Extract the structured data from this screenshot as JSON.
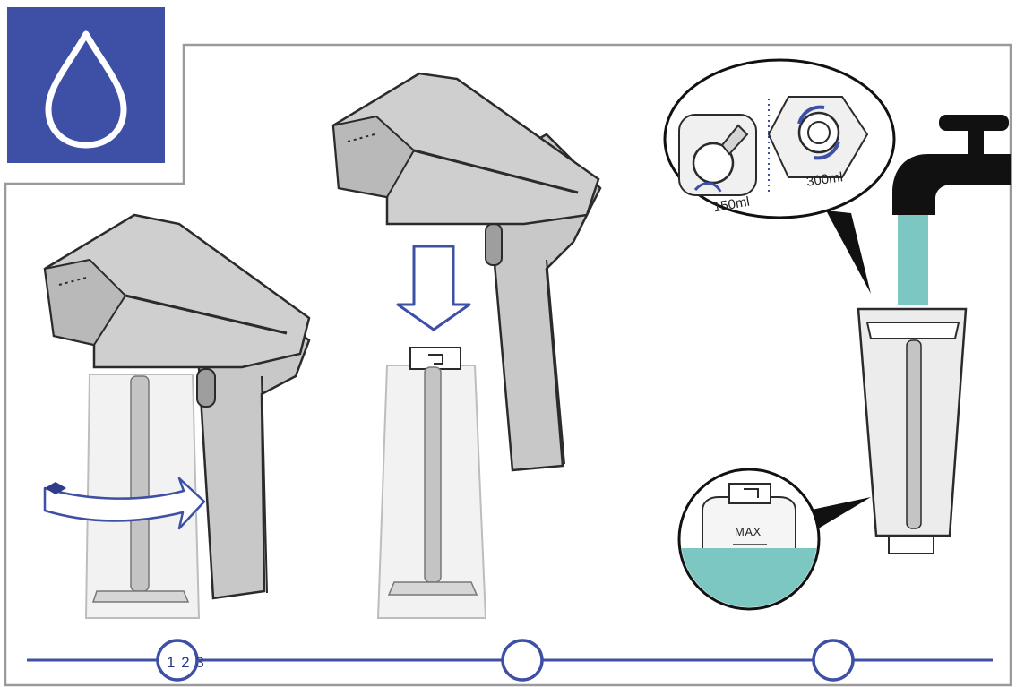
{
  "icon": {
    "name": "water-drop-icon",
    "background": "#3e4fa6"
  },
  "colors": {
    "frame": "#9a9a9a",
    "body_fill": "#cfcfcf",
    "tank_fill": "#ececec",
    "accent_blue": "#3e4fa6",
    "water": "#7cc7c1"
  },
  "volumes": {
    "small": "150ml",
    "large": "300ml"
  },
  "max_label": "MAX",
  "steps": {
    "indicator_text": "1 2 3",
    "count": 3
  }
}
